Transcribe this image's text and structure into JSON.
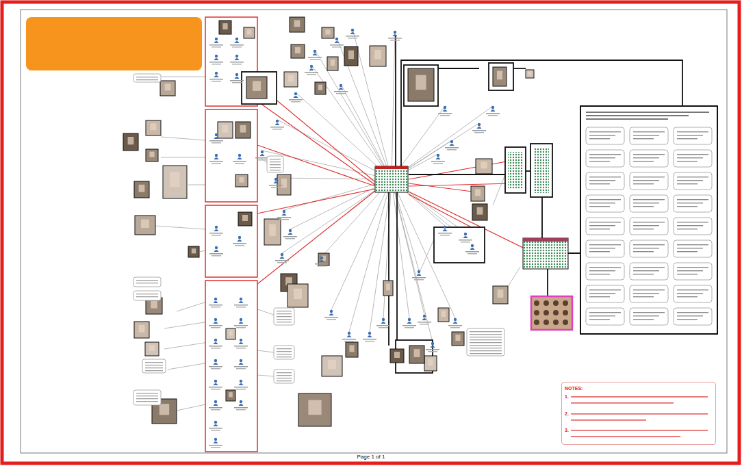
{
  "diagram": {
    "nodes": [
      {
        "text": [
          "NOTES:",
          "1.",
          "2.",
          "3."
        ]
      }
    ],
    "labels": [
      "Page 1 of 1"
    ]
  }
}
